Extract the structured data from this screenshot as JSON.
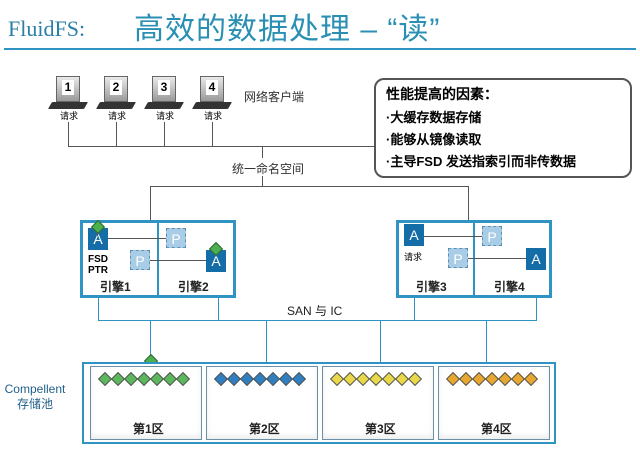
{
  "title": {
    "brand": "FluidFS",
    "colon": ":",
    "main": "高效的数据处理 – “读”"
  },
  "clients": [
    {
      "num": "1",
      "label": "请求"
    },
    {
      "num": "2",
      "label": "请求"
    },
    {
      "num": "3",
      "label": "请求"
    },
    {
      "num": "4",
      "label": "请求"
    }
  ],
  "network_clients_label": "网络客户端",
  "namespace_label": "统一命名空间",
  "factors": {
    "heading": "性能提高的因素：",
    "items": [
      "·大缓存数据存储",
      "·能够从镜像读取",
      "·主导FSD 发送指索引而非传数据"
    ]
  },
  "cluster1": {
    "engine1": "引擎1",
    "engine2": "引擎2",
    "fsd": "FSD",
    "ptr": "PTR"
  },
  "cluster2": {
    "engine3": "引擎3",
    "engine4": "引擎4",
    "request": "请求"
  },
  "blocks": {
    "a": "A",
    "p": "P"
  },
  "san_label": "SAN 与 IC",
  "storage": {
    "label_line1": "Compellent",
    "label_line2": "存储池",
    "zones": [
      {
        "label": "第1区",
        "color": "#5cb85c"
      },
      {
        "label": "第2区",
        "color": "#2f7fc1"
      },
      {
        "label": "第3区",
        "color": "#e8d84a"
      },
      {
        "label": "第4区",
        "color": "#e8a830"
      }
    ]
  }
}
